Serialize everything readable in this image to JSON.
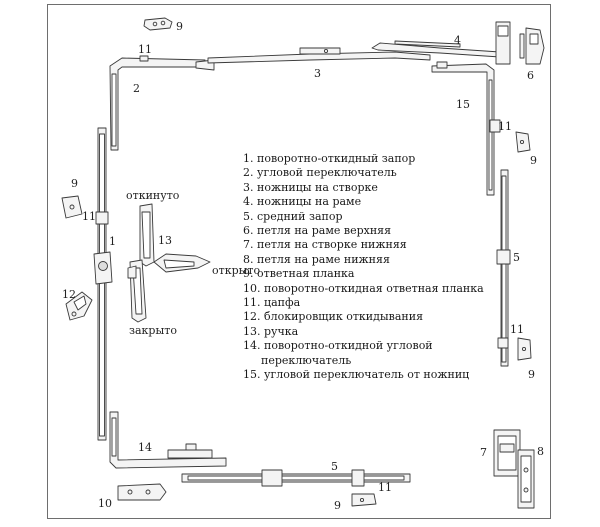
{
  "callouts": {
    "n1": "1",
    "n2": "2",
    "n3": "3",
    "n4": "4",
    "n5a": "5",
    "n5b": "5",
    "n6": "6",
    "n7": "7",
    "n8": "8",
    "n9a": "9",
    "n9b": "9",
    "n9c": "9",
    "n9d": "9",
    "n9e": "9",
    "n10": "10",
    "n11a": "11",
    "n11b": "11",
    "n11c": "11",
    "n11d": "11",
    "n11e": "11",
    "n12": "12",
    "n13": "13",
    "n14": "14",
    "n15": "15"
  },
  "handle_states": {
    "tilted": "откинуто",
    "open": "открыто",
    "closed": "закрыто"
  },
  "legend": [
    "1. поворотно-откидный запор",
    "2. угловой переключатель",
    "3. ножницы на створке",
    "4. ножницы на раме",
    "5. средний запор",
    "6. петля на раме верхняя",
    "7. петля на створке нижняя",
    "8. петля на раме нижняя",
    "9. ответная планка",
    "10. поворотно-откидная ответная планка",
    "11. цапфа",
    "12. блокировщик откидывания",
    "13. ручка",
    "14. поворотно-откидной угловой переключатель",
    "15. угловой переключатель от ножниц"
  ]
}
